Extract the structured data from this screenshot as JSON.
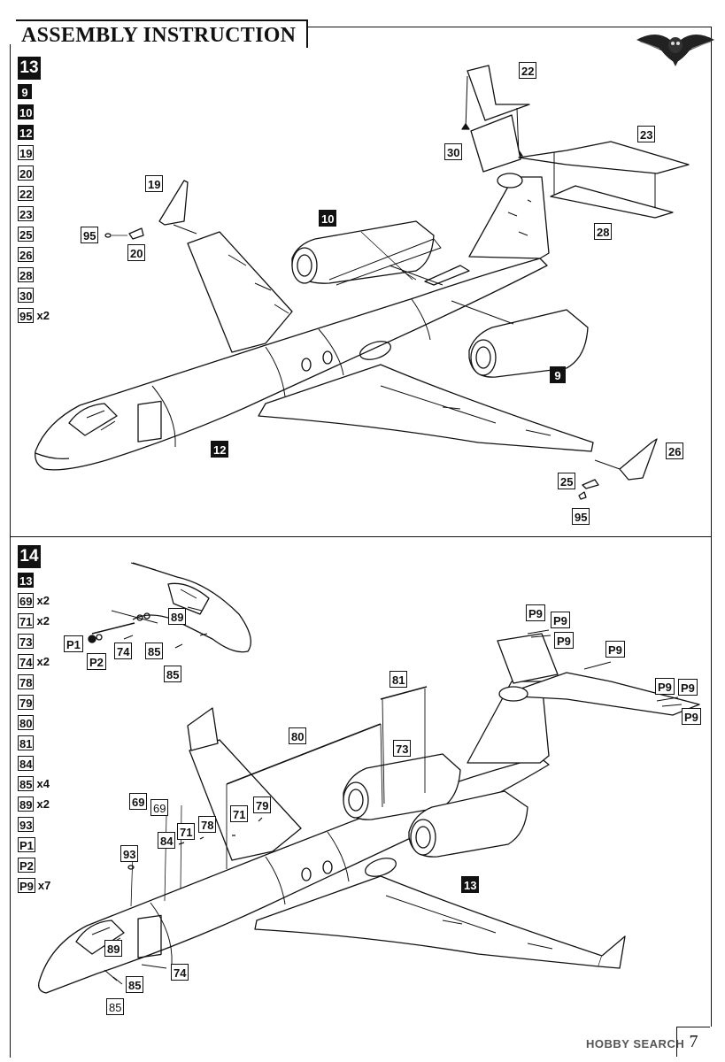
{
  "header": {
    "title": "ASSEMBLY INSTRUCTION"
  },
  "step13": {
    "number": "13",
    "parts": [
      {
        "id": "9",
        "dark": true,
        "qty": ""
      },
      {
        "id": "10",
        "dark": true,
        "qty": ""
      },
      {
        "id": "12",
        "dark": true,
        "qty": ""
      },
      {
        "id": "19",
        "dark": false,
        "qty": ""
      },
      {
        "id": "20",
        "dark": false,
        "qty": ""
      },
      {
        "id": "22",
        "dark": false,
        "qty": ""
      },
      {
        "id": "23",
        "dark": false,
        "qty": ""
      },
      {
        "id": "25",
        "dark": false,
        "qty": ""
      },
      {
        "id": "26",
        "dark": false,
        "qty": ""
      },
      {
        "id": "28",
        "dark": false,
        "qty": ""
      },
      {
        "id": "30",
        "dark": false,
        "qty": ""
      },
      {
        "id": "95",
        "dark": false,
        "qty": "x2"
      }
    ],
    "callouts": {
      "c22": "22",
      "c23": "23",
      "c30": "30",
      "c28": "28",
      "c19": "19",
      "c95a": "95",
      "c20": "20",
      "c10": "10",
      "c9": "9",
      "c12": "12",
      "c26": "26",
      "c25": "25",
      "c95b": "95"
    }
  },
  "step14": {
    "number": "14",
    "parts": [
      {
        "id": "13",
        "dark": true,
        "qty": ""
      },
      {
        "id": "69",
        "dark": false,
        "qty": "x2"
      },
      {
        "id": "71",
        "dark": false,
        "qty": "x2"
      },
      {
        "id": "73",
        "dark": false,
        "qty": ""
      },
      {
        "id": "74",
        "dark": false,
        "qty": "x2"
      },
      {
        "id": "78",
        "dark": false,
        "qty": ""
      },
      {
        "id": "79",
        "dark": false,
        "qty": ""
      },
      {
        "id": "80",
        "dark": false,
        "qty": ""
      },
      {
        "id": "81",
        "dark": false,
        "qty": ""
      },
      {
        "id": "84",
        "dark": false,
        "qty": ""
      },
      {
        "id": "85",
        "dark": false,
        "qty": "x4"
      },
      {
        "id": "89",
        "dark": false,
        "qty": "x2"
      },
      {
        "id": "93",
        "dark": false,
        "qty": ""
      },
      {
        "id": "P1",
        "dark": false,
        "qty": ""
      },
      {
        "id": "P2",
        "dark": false,
        "qty": ""
      },
      {
        "id": "P9",
        "dark": false,
        "qty": "x7"
      }
    ],
    "callouts": {
      "p9a": "P9",
      "p9b": "P9",
      "p9c": "P9",
      "p9d": "P9",
      "p9e": "P9",
      "p9f": "P9",
      "p9g": "P9",
      "c81": "81",
      "c80": "80",
      "c73": "73",
      "c13": "13",
      "c69a": "69",
      "c69b": "69",
      "c84": "84",
      "c71a": "71",
      "c78": "78",
      "c71b": "71",
      "c79": "79",
      "c93": "93",
      "c89a": "89",
      "c85a": "85",
      "c85b": "85",
      "c74a": "74",
      "c89b": "89",
      "c74b": "74",
      "c85c": "85",
      "c85d": "85",
      "p1": "P1",
      "p2": "P2"
    }
  },
  "footer": {
    "page": "7",
    "watermark": "HOBBY SEARCH"
  }
}
